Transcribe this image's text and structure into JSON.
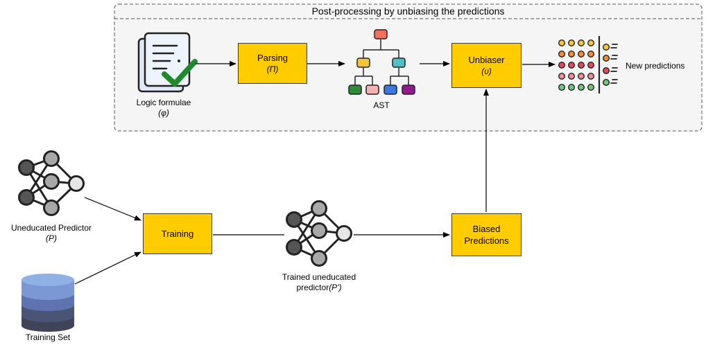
{
  "panel": {
    "title": "Post-processing by unbiasing the predictions"
  },
  "logic": {
    "label": "Logic formulae",
    "symbol": "(φ)"
  },
  "parsing": {
    "label": "Parsing",
    "symbol": "(Π)"
  },
  "ast": {
    "label": "AST"
  },
  "unbiaser": {
    "label": "Unbiaser",
    "symbol": "(υ)"
  },
  "new_predictions": {
    "label": "New predictions"
  },
  "uneducated": {
    "label": "Uneducated Predictor",
    "symbol": "(P)"
  },
  "training_set": {
    "label": "Training Set"
  },
  "training": {
    "label": "Training"
  },
  "trained": {
    "line1": "Trained uneducated",
    "line2": "predictor",
    "symbol": "(P')"
  },
  "biased": {
    "line1": "Biased",
    "line2": "Predictions"
  },
  "colors": {
    "box": "#ffcc00",
    "panel_bg": "#f5f5f5",
    "check": "#1f8a2b"
  }
}
